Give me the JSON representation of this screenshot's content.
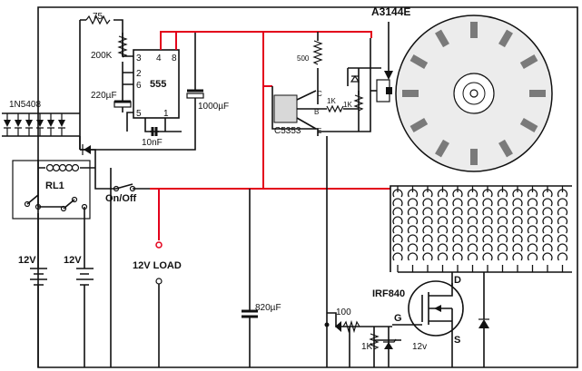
{
  "diagram": {
    "sensor_label": "A3144E",
    "diode_bank_label": "1N5408",
    "relay_label": "RL1",
    "switch_label": "On/Off",
    "battery1_label": "12V",
    "battery2_label": "12V",
    "load_label": "12V LOAD",
    "ic": {
      "name": "555",
      "pins": [
        "3",
        "4",
        "8",
        "2",
        "6",
        "5",
        "1"
      ]
    },
    "components": {
      "r75": "75",
      "r200k": "200K",
      "c220": "220µF",
      "c1000": "1000µF",
      "c10n": "10nF",
      "r500": "500",
      "r1k_a": "1K",
      "r1k_b": "1K",
      "transistor": "C5353",
      "tr_c": "C",
      "tr_b": "B",
      "tr_e": "E",
      "c820": "820µF",
      "r100": "100",
      "mosfet": "IRF840",
      "pin_d": "D",
      "pin_g": "G",
      "pin_s": "S",
      "r1k_c": "1K",
      "zener": "12v"
    }
  }
}
